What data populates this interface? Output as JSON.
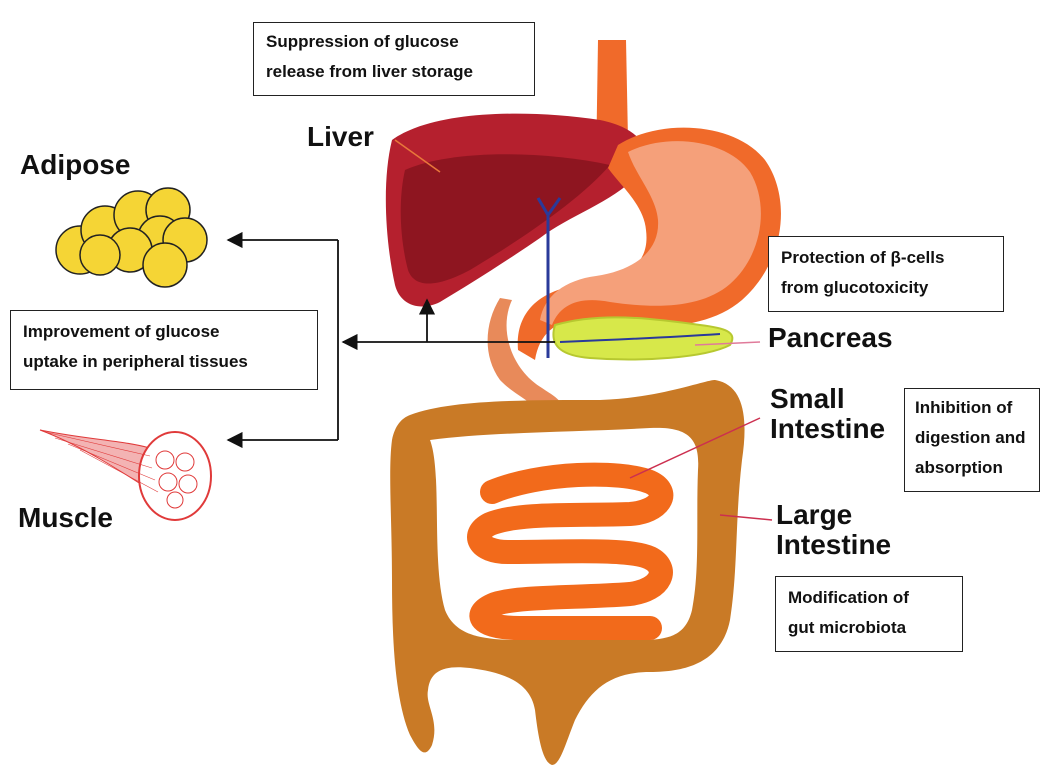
{
  "boxes": {
    "liver_effect": [
      "Suppression of glucose",
      "release from liver storage"
    ],
    "peripheral_effect": [
      "Improvement of glucose",
      "uptake in peripheral tissues"
    ],
    "pancreas_effect": [
      "Protection of β-cells",
      "from glucotoxicity"
    ],
    "intestine_effect": [
      "Inhibition of",
      "digestion and",
      "absorption"
    ],
    "microbiota_effect": [
      "Modification of",
      "gut microbiota"
    ]
  },
  "organs": {
    "liver": "Liver",
    "adipose": "Adipose",
    "muscle": "Muscle",
    "pancreas": "Pancreas",
    "small_intestine": [
      "Small",
      "Intestine"
    ],
    "large_intestine": [
      "Large",
      "Intestine"
    ]
  },
  "colors": {
    "liver": "#b5202e",
    "liver_dark": "#8e1520",
    "stomach": "#f28c62",
    "esophagus": "#f06a2a",
    "colon": "#c97a26",
    "small_intestine": "#f26a1b",
    "pancreas": "#d7e84a",
    "adipose": "#f5d535",
    "muscle": "#e03a3a"
  }
}
